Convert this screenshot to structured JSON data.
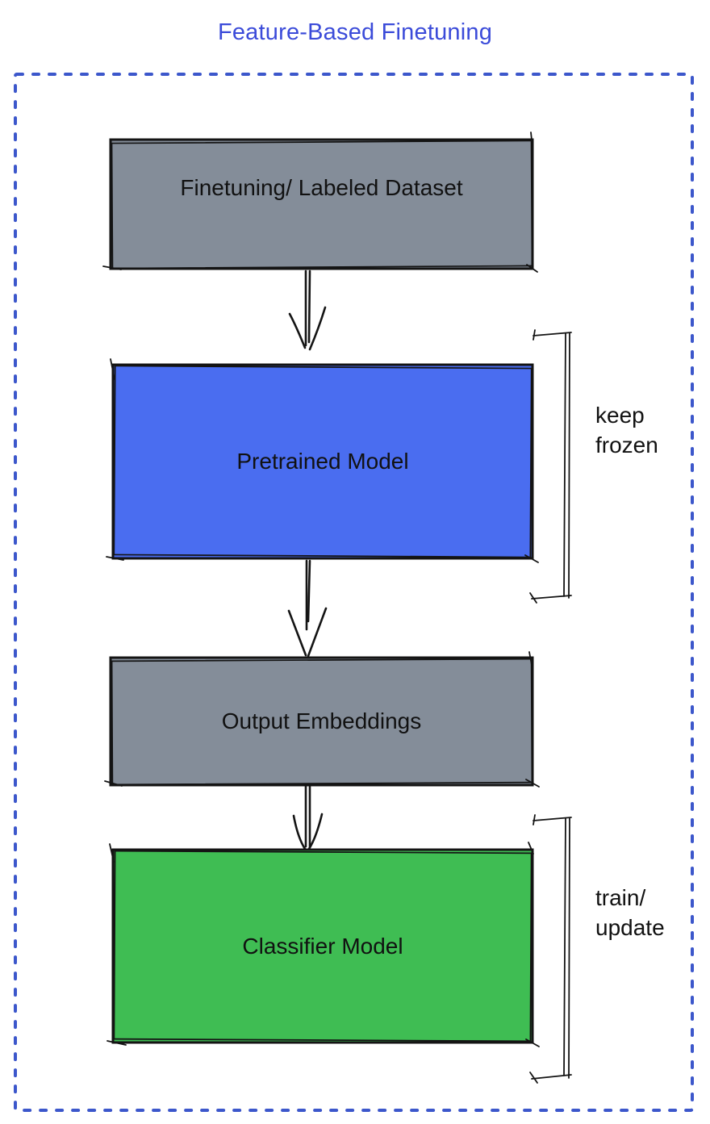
{
  "title": "Feature-Based Finetuning",
  "colors": {
    "title_text": "#3B4BD9",
    "dotted_frame": "#3C57CB",
    "box_gray": "#848D99",
    "box_blue": "#4A6DF0",
    "box_green": "#3FBD53",
    "ink": "#141414"
  },
  "boxes": [
    {
      "label": "Finetuning/ Labeled Dataset",
      "color": "#848D99"
    },
    {
      "label": "Pretrained Model",
      "color": "#4A6DF0"
    },
    {
      "label": "Output Embeddings",
      "color": "#848D99"
    },
    {
      "label": "Classifier Model",
      "color": "#3FBD53"
    }
  ],
  "annotations": [
    {
      "label": "keep\nfrozen",
      "applies_to": "Pretrained Model"
    },
    {
      "label": "train/\nupdate",
      "applies_to": "Classifier Model"
    }
  ],
  "flow": [
    {
      "from": "Finetuning/ Labeled Dataset",
      "to": "Pretrained Model"
    },
    {
      "from": "Pretrained Model",
      "to": "Output Embeddings"
    },
    {
      "from": "Output Embeddings",
      "to": "Classifier Model"
    }
  ]
}
